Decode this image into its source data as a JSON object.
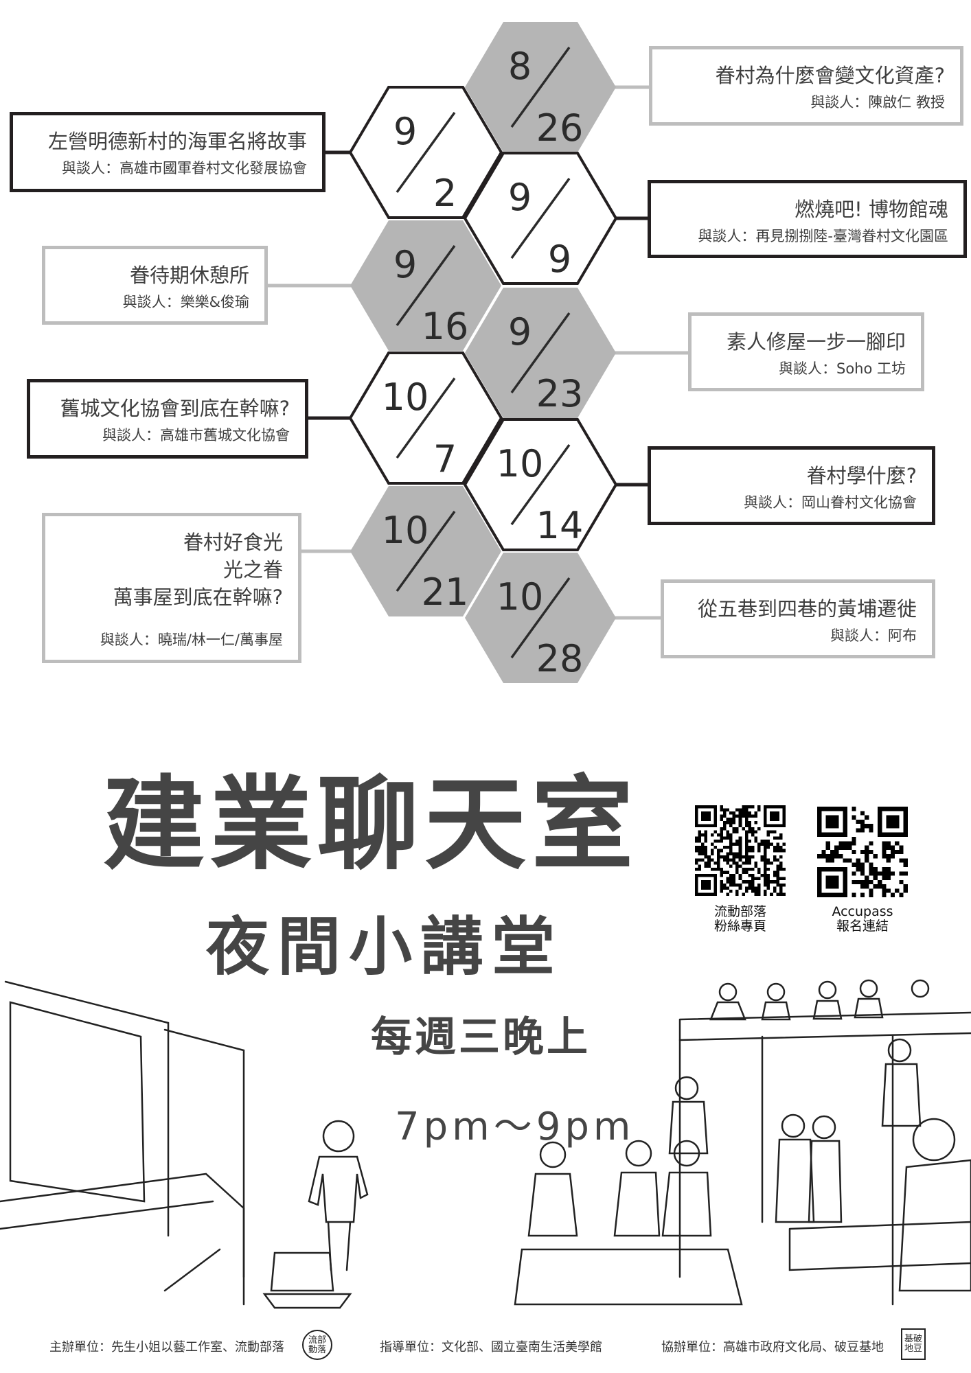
{
  "sessions": [
    {
      "month": "8",
      "day": "26",
      "style": "gray",
      "title_lines": [
        "眷村為什麼會變文化資產?"
      ],
      "speaker": "與談人：陳啟仁 教授"
    },
    {
      "month": "9",
      "day": "2",
      "style": "black",
      "title_lines": [
        "左營明德新村的海軍名將故事"
      ],
      "speaker": "與談人：高雄市國軍眷村文化發展協會"
    },
    {
      "month": "9",
      "day": "9",
      "style": "black",
      "title_lines": [
        "燃燒吧! 博物館魂"
      ],
      "speaker": "與談人：再見捌捌陸-臺灣眷村文化園區"
    },
    {
      "month": "9",
      "day": "16",
      "style": "gray",
      "title_lines": [
        "眷待期休憩所"
      ],
      "speaker": "與談人：樂樂&俊瑜"
    },
    {
      "month": "9",
      "day": "23",
      "style": "gray",
      "title_lines": [
        "素人修屋一步一腳印"
      ],
      "speaker": "與談人：Soho 工坊"
    },
    {
      "month": "10",
      "day": "7",
      "style": "black",
      "title_lines": [
        "舊城文化協會到底在幹嘛?"
      ],
      "speaker": "與談人：高雄市舊城文化協會"
    },
    {
      "month": "10",
      "day": "14",
      "style": "black",
      "title_lines": [
        "眷村學什麼?"
      ],
      "speaker": "與談人：岡山眷村文化協會"
    },
    {
      "month": "10",
      "day": "21",
      "style": "gray",
      "title_lines": [
        "眷村好食光",
        "光之眷",
        "萬事屋到底在幹嘛?"
      ],
      "speaker": "與談人：曉瑞/林一仁/萬事屋"
    },
    {
      "month": "10",
      "day": "28",
      "style": "gray",
      "title_lines": [
        "從五巷到四巷的黃埔遷徙"
      ],
      "speaker": "與談人：阿布"
    }
  ],
  "colors": {
    "hex_gray": "#b5b5b5",
    "border_gray": "#bdbdbd",
    "border_black": "#231f20",
    "text": "#3e3e3e"
  },
  "poster": {
    "title": "建業聊天室",
    "subtitle": "夜間小講堂",
    "day": "每週三晚上",
    "time": "7pm～9pm"
  },
  "qr_codes": [
    {
      "label_line1": "流動部落",
      "label_line2": "粉絲專頁"
    },
    {
      "label_line1": "Accupass",
      "label_line2": "報名連結"
    }
  ],
  "footer": {
    "organizer": "主辦單位：先生小姐以藝工作室、流動部落",
    "organizer_stamp": "流部動落",
    "advisor": "指導單位：文化部、國立臺南生活美學館",
    "co_organizer": "協辦單位：高雄市政府文化局、破豆基地",
    "co_organizer_stamp": "基破地豆"
  }
}
